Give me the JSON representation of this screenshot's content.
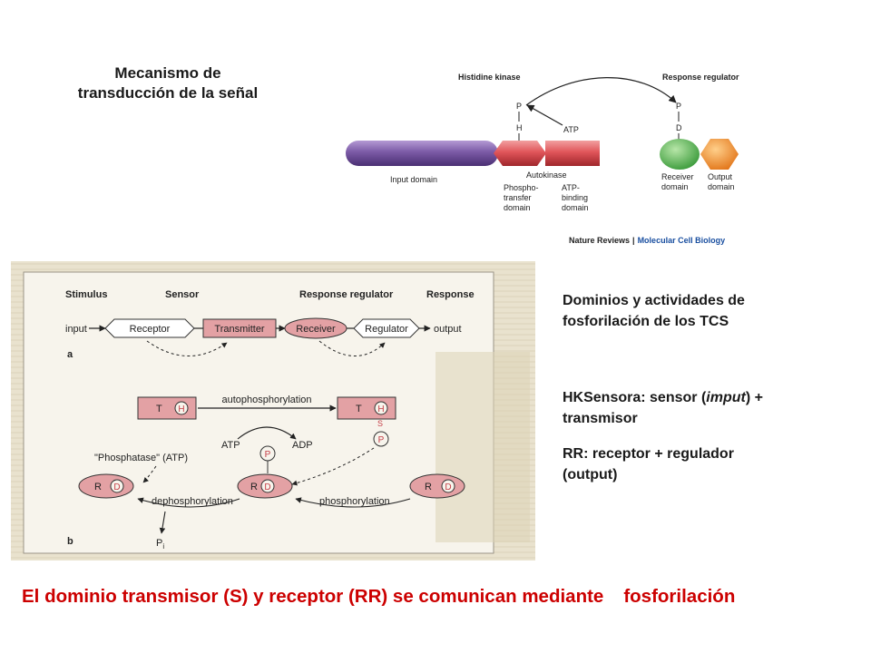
{
  "slide": {
    "title_line1": "Mecanismo de",
    "title_line2": "transducción de la señal",
    "bottom_part1": "El dominio transmisor (S) y receptor (RR) se comunican mediante",
    "bottom_part2": "fosforilación"
  },
  "top_figure": {
    "histidine_kinase": "Histidine kinase",
    "response_regulator": "Response regulator",
    "p_left": "P",
    "h": "H",
    "atp": "ATP",
    "p_right": "P",
    "d": "D",
    "input_domain": "Input domain",
    "autokinase": "Autokinase",
    "phospho1": "Phospho-",
    "phospho2": "transfer",
    "phospho3": "domain",
    "atpb1": "ATP-",
    "atpb2": "binding",
    "atpb3": "domain",
    "receiver1": "Receiver",
    "receiver2": "domain",
    "output1": "Output",
    "output2": "domain",
    "credit_a": "Nature Reviews",
    "credit_sep": "|",
    "credit_b": "Molecular Cell Biology",
    "colors": {
      "input": "#7b5aa6",
      "autokinase": "#e0555a",
      "receiver": "#4caf50",
      "output": "#f08a1c"
    }
  },
  "scan_figure": {
    "stimulus": "Stimulus",
    "sensor": "Sensor",
    "response_regulator": "Response regulator",
    "response": "Response",
    "input": "input",
    "receptor": "Receptor",
    "transmitter": "Transmitter",
    "receiver": "Receiver",
    "regulator": "Regulator",
    "output": "output",
    "label_a": "a",
    "t_left": "T",
    "h_left": "H",
    "autophosphorylation": "autophosphorylation",
    "t_right": "T",
    "h_right": "H",
    "s_mark": "S",
    "p_right": "P",
    "atp": "ATP",
    "adp": "ADP",
    "phosphatase": "\"Phosphatase\" (ATP)",
    "p_mid": "P",
    "r1": "R",
    "d1": "D",
    "r2": "R",
    "d2": "D",
    "r3": "R",
    "d3": "D",
    "dephosphorylation": "dephosphorylation",
    "phosphorylation": "phosphorylation",
    "pi": "P",
    "pi_sub": "i",
    "label_b": "b"
  },
  "side": {
    "heading_line1": "Dominios y actividades de",
    "heading_line2": "fosforilación de los TCS",
    "hk_line1_pre": "HKSensora: sensor (",
    "hk_line1_em": "imput",
    "hk_line1_post": ") +",
    "hk_line2": "transmisor",
    "rr_line1": "RR: receptor + regulador",
    "rr_line2": "(output)"
  }
}
